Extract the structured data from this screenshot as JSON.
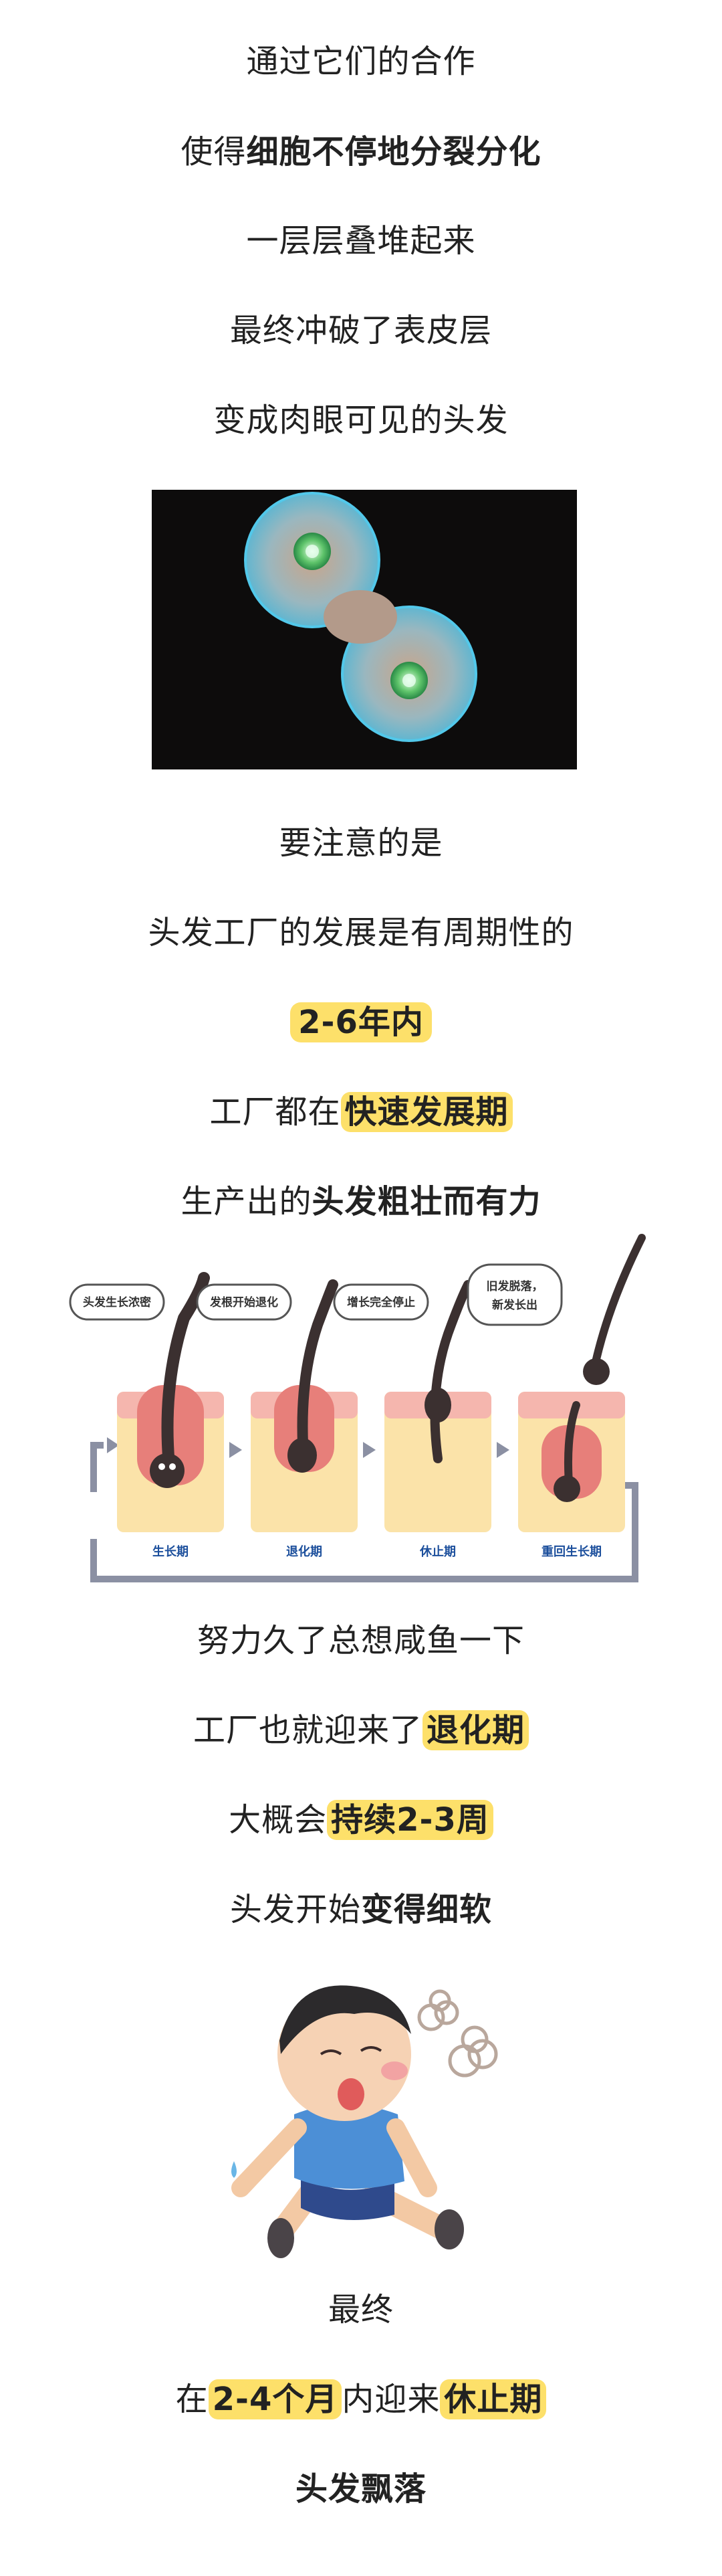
{
  "lines": {
    "l1": "通过它们的合作",
    "l2_pre": "使得",
    "l2_bold": "细胞不停地分裂分化",
    "l3": "一层层叠堆起来",
    "l4": "最终冲破了表皮层",
    "l5": "变成肉眼可见的头发",
    "l6": "要注意的是",
    "l7": "头发工厂的发展是有周期性的",
    "l8_hl": "2-6年内",
    "l9_pre": "工厂都在",
    "l9_hl": "快速发展期",
    "l10_pre": "生产出的",
    "l10_bold": "头发粗壮而有力",
    "l11": "努力久了总想咸鱼一下",
    "l12_pre": "工厂也就迎来了",
    "l12_hl": "退化期",
    "l13_pre": "大概会",
    "l13_hl": "持续2-3周",
    "l14_pre": "头发开始",
    "l14_bold": "变得细软",
    "l15": "最终",
    "l16_a": "在",
    "l16_hl1": "2-4个月",
    "l16_b": "内迎来",
    "l16_hl2": "休止期",
    "l17_bold": "头发飘落"
  },
  "hair_cycle": {
    "bubbles": [
      "头发生长浓密",
      "发根开始退化",
      "增长完全停止",
      "旧发脱落，",
      "新发长出"
    ],
    "stages": [
      "生长期",
      "退化期",
      "休止期",
      "重回生长期"
    ]
  },
  "colors": {
    "highlight": "#fde06a",
    "stage_label": "#1c4f9c",
    "cell_bg": "#0d0c0c"
  }
}
